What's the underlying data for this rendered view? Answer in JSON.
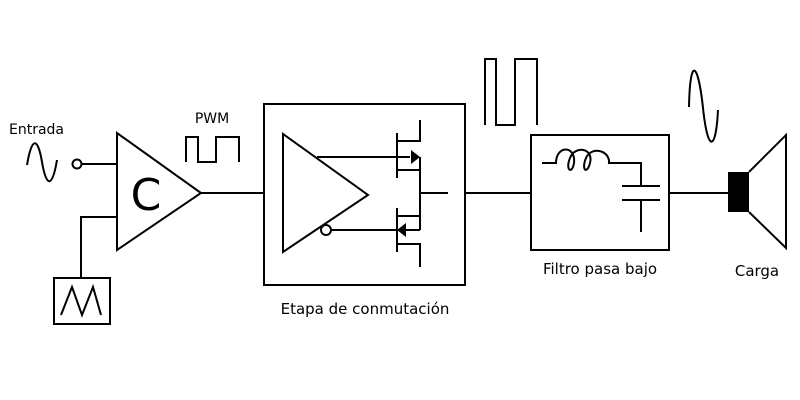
{
  "labels": {
    "input": "Entrada",
    "pwm": "PWM",
    "comparator": "C",
    "switching_stage": "Etapa de conmutación",
    "low_pass_filter": "Filtro pasa bajo",
    "load": "Carga"
  }
}
